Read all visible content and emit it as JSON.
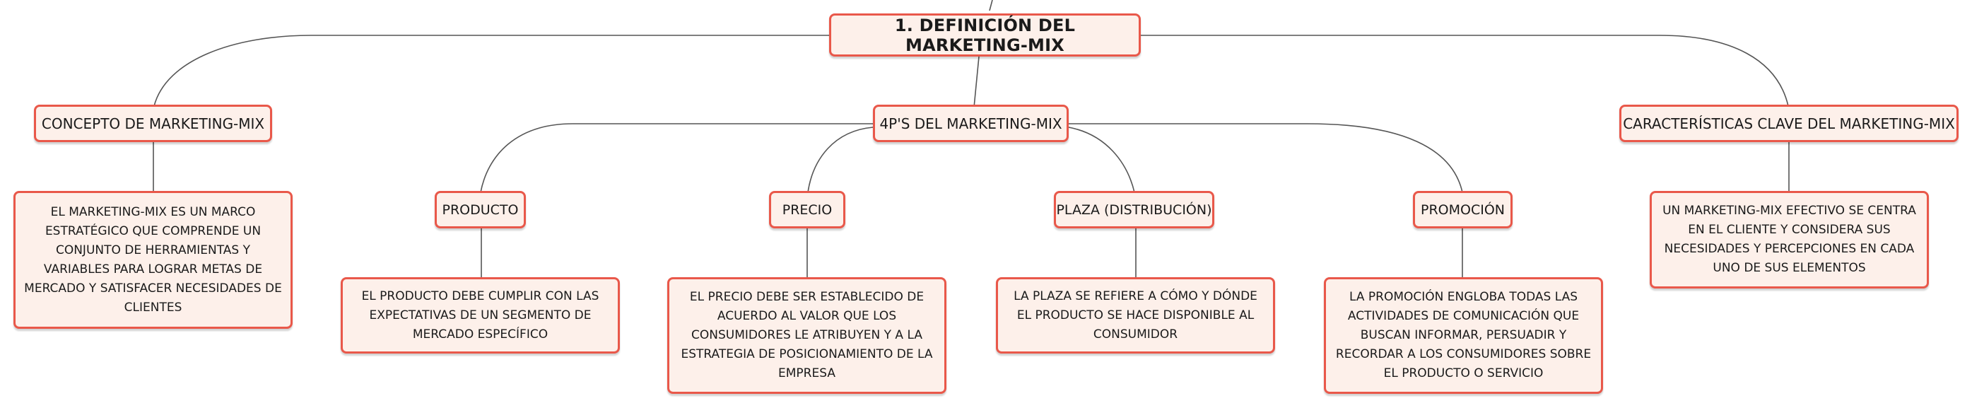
{
  "diagram": {
    "root": {
      "label": "1. DEFINICIÓN DEL MARKETING-MIX"
    },
    "concepto": {
      "label": "CONCEPTO DE MARKETING-MIX",
      "detail": "EL MARKETING-MIX ES UN MARCO ESTRATÉGICO QUE COMPRENDE UN CONJUNTO DE HERRAMIENTAS Y VARIABLES PARA LOGRAR METAS DE MERCADO Y SATISFACER NECESIDADES DE CLIENTES"
    },
    "cuatro_ps": {
      "label": "4P'S DEL MARKETING-MIX",
      "producto": {
        "label": "PRODUCTO",
        "detail": "EL PRODUCTO DEBE CUMPLIR CON LAS EXPECTATIVAS DE UN SEGMENTO DE MERCADO ESPECÍFICO"
      },
      "precio": {
        "label": "PRECIO",
        "detail": "EL PRECIO DEBE SER ESTABLECIDO DE ACUERDO AL VALOR QUE LOS CONSUMIDORES LE ATRIBUYEN Y A LA ESTRATEGIA DE POSICIONAMIENTO DE LA EMPRESA"
      },
      "plaza": {
        "label": "PLAZA (DISTRIBUCIÓN)",
        "detail": "LA PLAZA SE REFIERE A CÓMO Y DÓNDE EL PRODUCTO SE HACE DISPONIBLE AL CONSUMIDOR"
      },
      "promocion": {
        "label": "PROMOCIÓN",
        "detail": "LA PROMOCIÓN ENGLOBA TODAS LAS ACTIVIDADES DE COMUNICACIÓN QUE BUSCAN INFORMAR, PERSUADIR Y RECORDAR A LOS CONSUMIDORES SOBRE EL PRODUCTO O SERVICIO"
      }
    },
    "caracteristicas": {
      "label": "CARACTERÍSTICAS CLAVE DEL MARKETING-MIX",
      "detail": "UN MARKETING-MIX EFECTIVO SE CENTRA EN EL CLIENTE Y CONSIDERA SUS NECESIDADES Y PERCEPCIONES EN CADA UNO DE SUS ELEMENTOS"
    }
  },
  "colors": {
    "node_fill": "#fdf0ea",
    "node_border": "#e9584a",
    "connector": "#555555"
  }
}
